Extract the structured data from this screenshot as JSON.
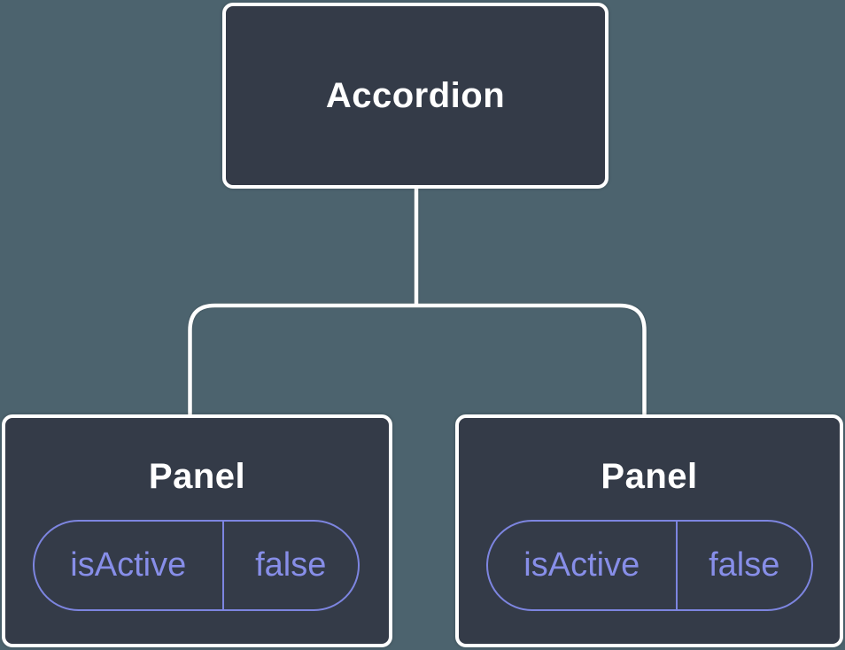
{
  "colors": {
    "background": "#4c636e",
    "node_fill": "#343b48",
    "node_border": "#ffffff",
    "node_text": "#ffffff",
    "state_accent": "#7d85e0",
    "state_text": "#878ee8",
    "connector": "#ffffff"
  },
  "tree": {
    "root": {
      "label": "Accordion"
    },
    "children": [
      {
        "label": "Panel",
        "state": {
          "key": "isActive",
          "value": "false"
        }
      },
      {
        "label": "Panel",
        "state": {
          "key": "isActive",
          "value": "false"
        }
      }
    ]
  }
}
